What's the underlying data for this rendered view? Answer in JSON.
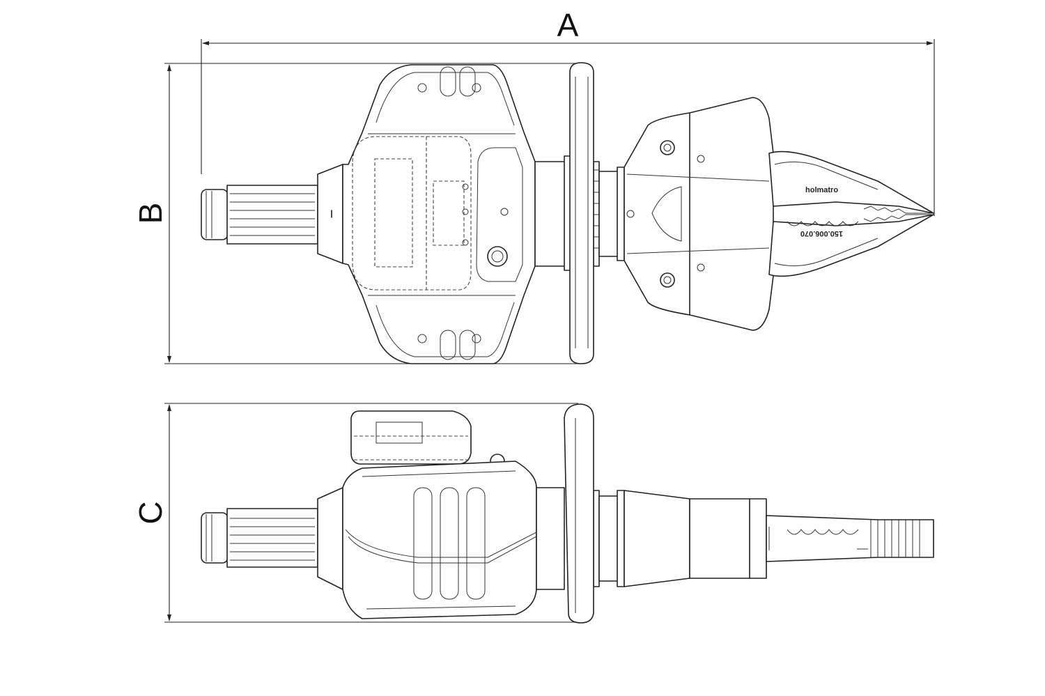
{
  "dimensions": {
    "a_label": "A",
    "b_label": "B",
    "c_label": "C"
  },
  "tool": {
    "brand": "holmatro",
    "serial": "150.006.070"
  },
  "colors": {
    "line": "#222222",
    "background": "#ffffff"
  }
}
